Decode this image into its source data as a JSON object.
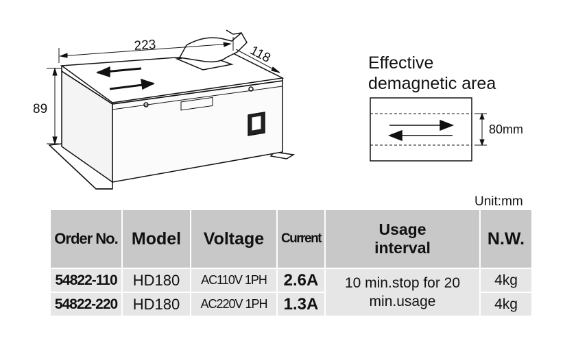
{
  "dimensions": {
    "length": "223",
    "width": "118",
    "height": "89"
  },
  "effective_area": {
    "title_line1": "Effective",
    "title_line2": "demagnetic area",
    "width_label": "80mm"
  },
  "unit_label": "Unit:mm",
  "table": {
    "headers": {
      "order_no": "Order No.",
      "model": "Model",
      "voltage": "Voltage",
      "current": "Current",
      "usage_line1": "Usage",
      "usage_line2": "interval",
      "nw": "N.W."
    },
    "rows": [
      {
        "order_no": "54822-110",
        "model": "HD180",
        "voltage": "AC110V 1PH",
        "current": "2.6A",
        "nw": "4kg"
      },
      {
        "order_no": "54822-220",
        "model": "HD180",
        "voltage": "AC220V 1PH",
        "current": "1.3A",
        "nw": "4kg"
      }
    ],
    "usage_interval": "10 min.stop for 20 min.usage"
  }
}
